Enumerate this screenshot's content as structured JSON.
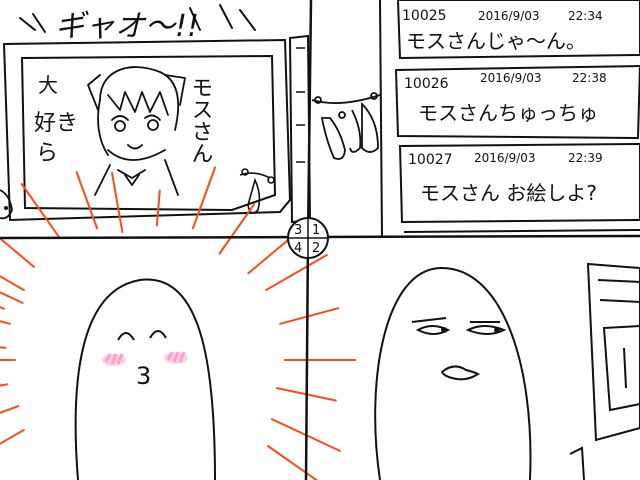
{
  "panel1": {
    "shout": "ギャオ〜!!",
    "monitor_vertical_text": "モスさん",
    "side_text_line1": "大",
    "side_text_line2": "好き",
    "side_text_line3": "ら"
  },
  "panel2": {
    "comments": [
      {
        "number": "10025",
        "date": "2016/9/03",
        "time": "22:34",
        "text": "モスさんじゃ〜ん。"
      },
      {
        "number": "10026",
        "date": "2016/9/03",
        "time": "22:38",
        "text": "モスさんちゅっちゅ"
      },
      {
        "number": "10027",
        "date": "2016/9/03",
        "time": "22:39",
        "text": "モスさん お絵しよ?"
      }
    ]
  },
  "panel3": {
    "mouth": "3"
  },
  "panel_order": {
    "top_left": "3",
    "top_right": "1",
    "bottom_left": "4",
    "bottom_right": "2"
  },
  "colors": {
    "ink": "#111111",
    "burst": "#ff4a1c",
    "blush": "#ff9ec7"
  }
}
